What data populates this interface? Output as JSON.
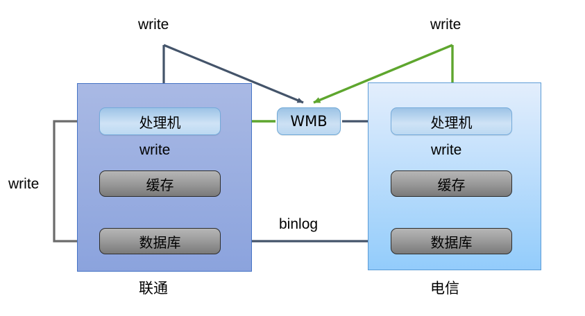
{
  "diagram": {
    "title": "",
    "panels": [
      {
        "id": "left",
        "label": "联通",
        "fill_top": "#a9b9e4",
        "fill_bottom": "#8ba3dd",
        "border": "#4472c4"
      },
      {
        "id": "right",
        "label": "电信",
        "fill_top": "#e3eefc",
        "fill_bottom": "#93ccfb",
        "border": "#5b9bd5"
      }
    ],
    "nodes": [
      {
        "id": "proc-left",
        "label": "处理机",
        "shape": "rounded-rect",
        "style": "blue"
      },
      {
        "id": "cache-left",
        "label": "缓存",
        "shape": "rounded-rect",
        "style": "gray"
      },
      {
        "id": "db-left",
        "label": "数据库",
        "shape": "rounded-rect",
        "style": "gray"
      },
      {
        "id": "wmb",
        "label": "WMB",
        "shape": "rounded-rect",
        "style": "blue"
      },
      {
        "id": "proc-right",
        "label": "处理机",
        "shape": "rounded-rect",
        "style": "blue"
      },
      {
        "id": "cache-right",
        "label": "缓存",
        "shape": "rounded-rect",
        "style": "gray"
      },
      {
        "id": "db-right",
        "label": "数据库",
        "shape": "rounded-rect",
        "style": "gray"
      }
    ],
    "edge_labels": {
      "write_top_left": "write",
      "write_top_right": "write",
      "write_left_inner": "write",
      "write_right_inner": "write",
      "write_far_left": "write",
      "binlog": "binlog"
    },
    "edges": [
      {
        "from": "write-source-left",
        "to": "proc-left",
        "color": "#44546a",
        "label": "write"
      },
      {
        "from": "write-source-left",
        "to": "wmb",
        "color": "#44546a",
        "label": "write"
      },
      {
        "from": "write-source-right",
        "to": "proc-right",
        "color": "#5ea62e",
        "label": "write"
      },
      {
        "from": "write-source-right",
        "to": "wmb",
        "color": "#5ea62e",
        "label": "write"
      },
      {
        "from": "wmb",
        "to": "proc-left",
        "color": "#5ea62e",
        "label": ""
      },
      {
        "from": "wmb",
        "to": "proc-right",
        "color": "#44546a",
        "label": ""
      },
      {
        "from": "proc-left",
        "to": "cache-left",
        "color": "#44546a",
        "label": "write"
      },
      {
        "from": "proc-left",
        "to": "cache-left",
        "color": "#5ea62e",
        "label": ""
      },
      {
        "from": "proc-right",
        "to": "cache-right",
        "color": "#5ea62e",
        "label": ""
      },
      {
        "from": "proc-right",
        "to": "cache-right",
        "color": "#44546a",
        "label": "write"
      },
      {
        "from": "proc-left",
        "to": "db-left",
        "color": "#6b6b6b",
        "label": "write",
        "routing": "elbow-left"
      },
      {
        "from": "db-left",
        "to": "db-right",
        "color": "#44546a",
        "label": "binlog"
      }
    ],
    "colors": {
      "arrow_dark_blue": "#44546a",
      "arrow_green": "#5ea62e",
      "arrow_gray": "#6b6b6b",
      "panel_left": "#8ba3dd",
      "panel_right": "#93ccfb",
      "node_blue": "#9dc3e6",
      "node_gray": "#9d9d9d"
    }
  }
}
